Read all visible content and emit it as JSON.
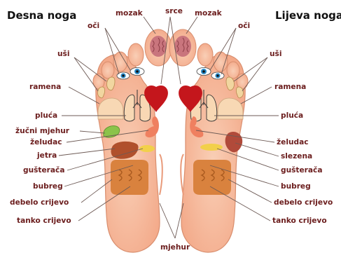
{
  "titles": {
    "left": "Desna noga",
    "right": "Lijeva noga"
  },
  "top": {
    "mozak": "mozak",
    "srce": "srce"
  },
  "left_labels": {
    "oci": "oči",
    "usi": "uši",
    "ramena": "ramena",
    "pluca": "pluća",
    "zucni_mjehur": "žučni mjehur",
    "zeludac": "želudac",
    "jetra": "jetra",
    "gusteraca": "gušterača",
    "bubreg": "bubreg",
    "debelo_crijevo": "debelo crijevo",
    "tanko_crijevo": "tanko crijevo"
  },
  "right_labels": {
    "oci": "oči",
    "usi": "uši",
    "ramena": "ramena",
    "pluca": "pluća",
    "zeludac": "želudac",
    "slezena": "slezena",
    "gusteraca": "gušterača",
    "bubreg": "bubreg",
    "debelo_crijevo": "debelo crijevo",
    "tanko_crijevo": "tanko crijevo"
  },
  "bottom": {
    "mjehur": "mjehur"
  },
  "colors": {
    "foot": "#f6b99b",
    "foot_outline": "#d98e6e",
    "label_text": "#6b1d1d",
    "heart": "#c4161c",
    "liver": "#b0502c",
    "spleen": "#b14a3a",
    "intestine": "#d9823e",
    "lungs": "#f8d8b4",
    "stomach": "#ef8060",
    "gallbladder": "#8bc34a",
    "pancreas": "#f2d04a",
    "brain": "#c9757d",
    "eye_iris": "#2a8bc8"
  }
}
